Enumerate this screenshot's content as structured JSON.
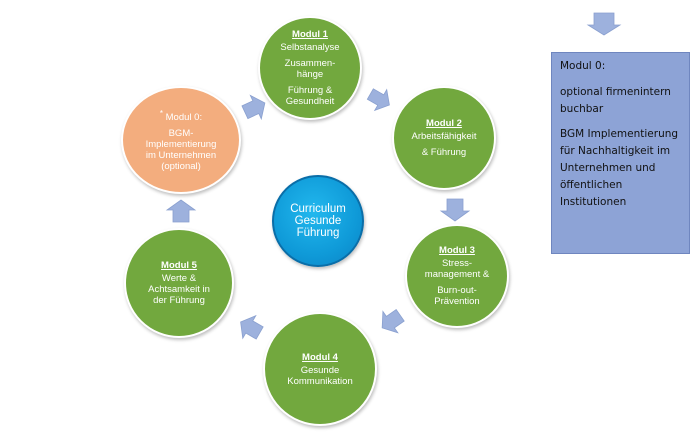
{
  "center": {
    "lines": [
      "Curriculum",
      "Gesunde",
      "Führung"
    ]
  },
  "modules": {
    "m1": {
      "title": "Modul 1",
      "lines": [
        "Selbstanalyse",
        "Zusammen-",
        "hänge",
        "Führung &",
        "Gesundheit"
      ]
    },
    "m2": {
      "title": "Modul 2",
      "lines": [
        "Arbeitsfähigkeit",
        "& Führung"
      ]
    },
    "m3": {
      "title": "Modul 3",
      "lines": [
        "Stress-",
        "management &",
        "Burn-out-",
        "Prävention"
      ]
    },
    "m4": {
      "title": "Modul 4",
      "lines": [
        "Gesunde",
        "Kommunikation"
      ]
    },
    "m5": {
      "title": "Modul 5",
      "lines": [
        "Werte &",
        "Achtsamkeit  in",
        "der Führung"
      ]
    },
    "m0": {
      "star": "*",
      "title": "Modul 0:",
      "lines": [
        "BGM-",
        "Implementierung",
        "im Unternehmen",
        "(optional)"
      ]
    }
  },
  "sidebox": {
    "title": "Modul 0:",
    "text1": "optional firmenintern buchbar",
    "text2": "BGM Implementierung für Nachhaltigkeit im Unternehmen und öffentlichen Institutionen"
  },
  "colors": {
    "module": "#72a83e",
    "optional": "#f3ad7e",
    "center": "#0f9ad8",
    "arrow": "#9db1dd",
    "sidebox": "#8da3d6"
  }
}
